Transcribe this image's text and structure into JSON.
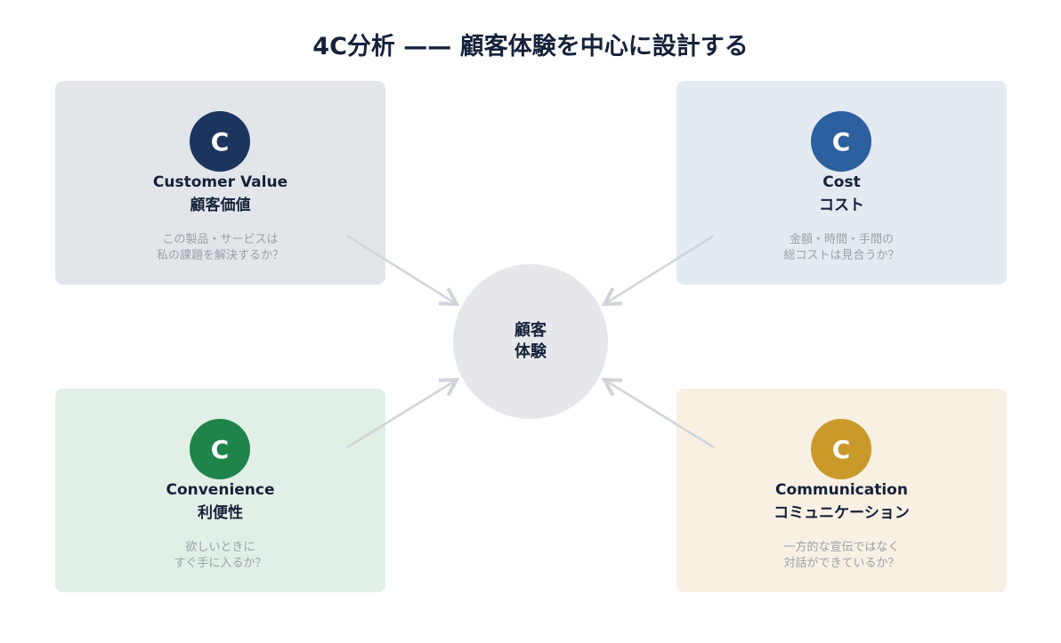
{
  "title": "4C分析 —— 顧客体験を中心に設計する",
  "center": {
    "line1": "顧客",
    "line2": "体験"
  },
  "cards": [
    {
      "letter": "C",
      "en": "Customer Value",
      "jp": "顧客価値",
      "q1": "この製品・サービスは",
      "q2": "私の課題を解決するか？",
      "bg": "#e2e6ea",
      "accent": "#1c355e"
    },
    {
      "letter": "C",
      "en": "Cost",
      "jp": "コスト",
      "q1": "金額・時間・手間の",
      "q2": "総コストは見合うか？",
      "bg": "#e3eaf2",
      "accent": "#2c5f9e"
    },
    {
      "letter": "C",
      "en": "Convenience",
      "jp": "利便性",
      "q1": "欲しいときに",
      "q2": "すぐ手に入るか？",
      "bg": "#e1efe6",
      "accent": "#1e8449"
    },
    {
      "letter": "C",
      "en": "Communication",
      "jp": "コミュニケーション",
      "q1": "一方的な宣伝ではなく",
      "q2": "対話ができているか？",
      "bg": "#f8f0e2",
      "accent": "#c9992a"
    }
  ]
}
